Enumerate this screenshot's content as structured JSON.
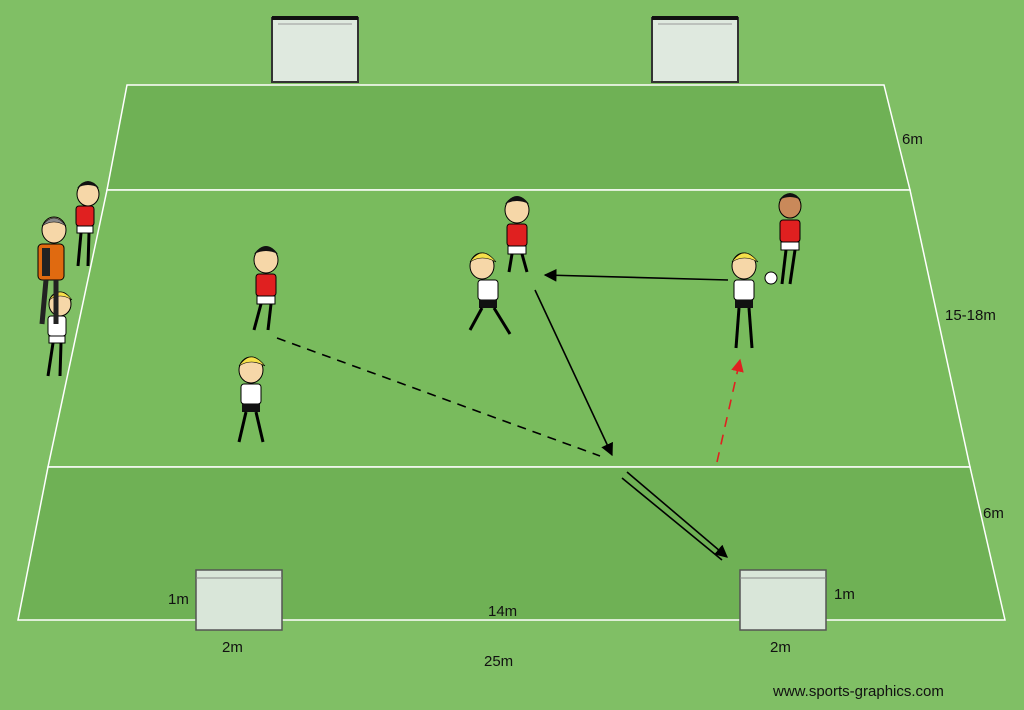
{
  "diagram": {
    "measurements": {
      "top_zone_depth": "6m",
      "middle_zone_depth": "15-18m",
      "bottom_zone_depth": "6m",
      "inner_width": "14m",
      "total_width": "25m",
      "left_goal_width": "2m",
      "left_goal_height": "1m",
      "right_goal_width": "2m",
      "right_goal_height": "1m"
    },
    "watermark": "www.sports-graphics.com",
    "colors": {
      "grass": "#80bf65",
      "zone": "#6fb155",
      "middle": "#79bb5d",
      "red_shirt": "#e02020",
      "white_shirt": "#ffffff",
      "shorts_dark": "#111111",
      "coach_jacket": "#e06a10"
    }
  }
}
